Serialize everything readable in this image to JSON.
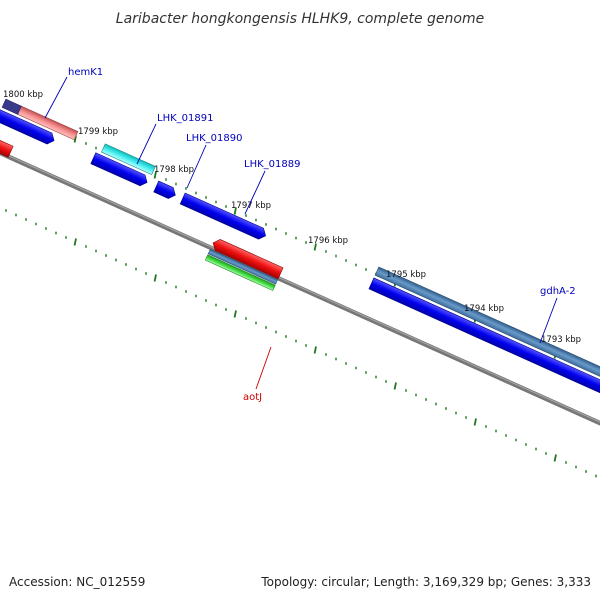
{
  "title": "Laribacter hongkongensis HLHK9, complete genome",
  "footer": {
    "accession": "Accession: NC_012559",
    "topology": "Topology: circular; Length: 3,169,329 bp; Genes: 3,333"
  },
  "colors": {
    "backbone": "#777777",
    "tick": "#1a7a1a",
    "cds_blue": "#0000ee",
    "gene_steel": "#4a7fb0",
    "gene_pink": "#f08888",
    "gene_cyan": "#33dddd",
    "gene_red": "#ee1111",
    "gene_green": "#33cc33",
    "label_blue": "#0000bb",
    "label_red": "#cc0000"
  },
  "kbp_labels": [
    "1800 kbp",
    "1799 kbp",
    "1798 kbp",
    "1797 kbp",
    "1796 kbp",
    "1795 kbp",
    "1794 kbp",
    "1793 kbp"
  ],
  "gene_labels": {
    "hemK1": "hemK1",
    "lhk01891": "LHK_01891",
    "lhk01890": "LHK_01890",
    "lhk01889": "LHK_01889",
    "aotJ": "aotJ",
    "gdhA2": "gdhA-2"
  }
}
